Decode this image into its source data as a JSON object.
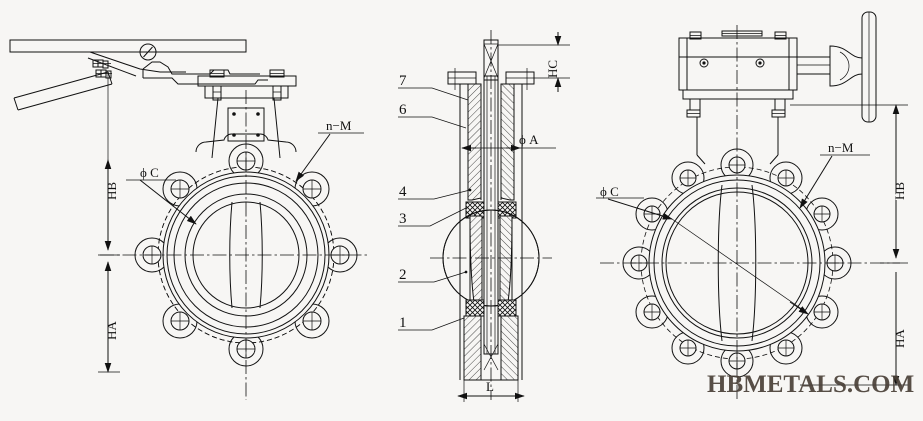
{
  "drawing": {
    "title": "Butterfly Valve Assembly Drawing",
    "background_color": "#f7f6f4",
    "line_color": "#111111",
    "views": [
      {
        "name": "lever-operated-valve-view",
        "position": "left"
      },
      {
        "name": "cross-section-view",
        "position": "center"
      },
      {
        "name": "gear-operated-valve-view",
        "position": "right"
      }
    ]
  },
  "left_view": {
    "dim_hb": "HB",
    "dim_ha": "HA",
    "label_phi_c": "ϕ C",
    "label_n_m": "n−M"
  },
  "center_view": {
    "callouts": [
      {
        "id": "callout-7",
        "text": "7"
      },
      {
        "id": "callout-6",
        "text": "6"
      },
      {
        "id": "callout-4",
        "text": "4"
      },
      {
        "id": "callout-3",
        "text": "3"
      },
      {
        "id": "callout-2",
        "text": "2"
      },
      {
        "id": "callout-1",
        "text": "1"
      }
    ],
    "dim_hc": "HC",
    "label_phi_a": "ϕ A",
    "dim_l": "L"
  },
  "right_view": {
    "dim_hb": "HB",
    "dim_ha": "HA",
    "label_phi_c": "ϕ C",
    "label_n_m": "n−M"
  },
  "watermark": {
    "text": "HBMETALS.COM",
    "color": "#4a4038"
  }
}
